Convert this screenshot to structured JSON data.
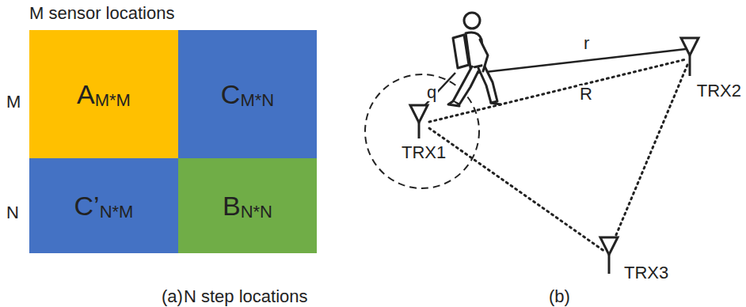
{
  "diagram": {
    "nodes": [
      {
        "text": [
          "A",
          "M*M"
        ]
      },
      {
        "text": [
          "C",
          "M*N"
        ]
      },
      {
        "text": [
          "C’",
          "N*M"
        ]
      },
      {
        "text": [
          "B",
          "N*N"
        ]
      }
    ],
    "labels": [
      "M sensor locations",
      "M",
      "N",
      "N step locations",
      "(a)",
      "q",
      "r",
      "R",
      "TRX1",
      "TRX2",
      "TRX3",
      "(b)"
    ]
  }
}
